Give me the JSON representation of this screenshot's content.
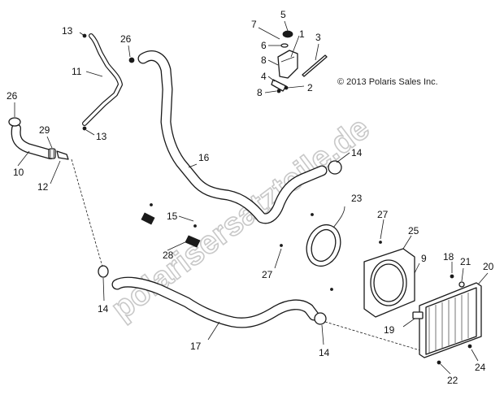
{
  "copyright": "© 2013 Polaris Sales Inc.",
  "watermark": "polarisersatzteile.de",
  "callouts": {
    "c1": "1",
    "c2": "2",
    "c3": "3",
    "c4": "4",
    "c5": "5",
    "c6": "6",
    "c7": "7",
    "c8a": "8",
    "c8b": "8",
    "c9": "9",
    "c10": "10",
    "c11": "11",
    "c12": "12",
    "c13a": "13",
    "c13b": "13",
    "c14a": "14",
    "c14b": "14",
    "c14c": "14",
    "c15": "15",
    "c16": "16",
    "c17": "17",
    "c18": "18",
    "c19": "19",
    "c20": "20",
    "c21": "21",
    "c22": "22",
    "c23": "23",
    "c24": "24",
    "c25": "25",
    "c26a": "26",
    "c26b": "26",
    "c27a": "27",
    "c27b": "27",
    "c28": "28",
    "c29": "29"
  }
}
